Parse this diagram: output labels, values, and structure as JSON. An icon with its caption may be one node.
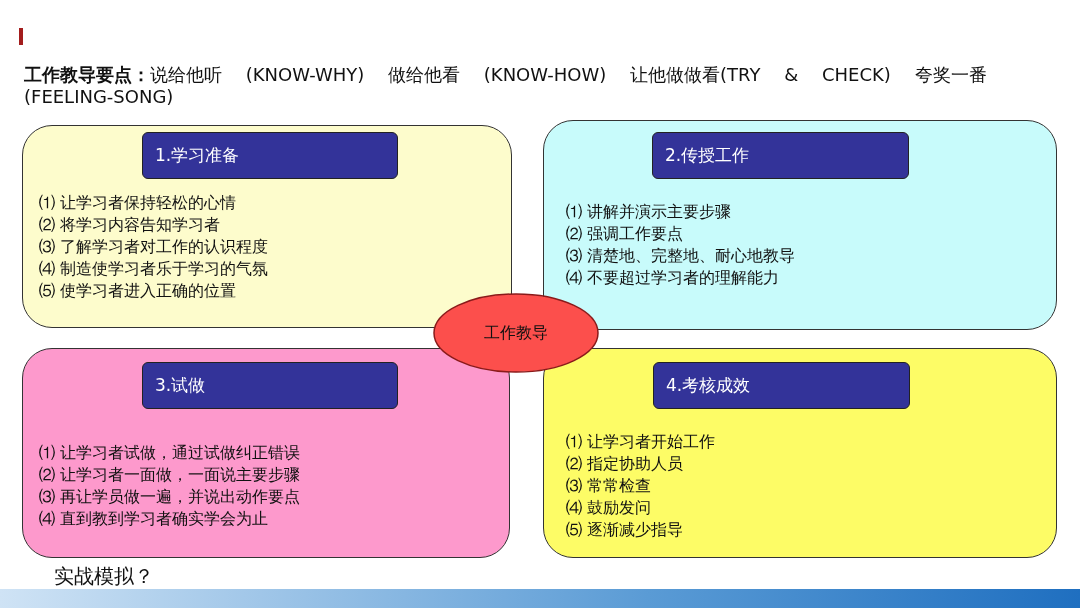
{
  "diagram": {
    "title": "**工作教导要点：**说给他听 (KNOW-WHY) 做给他看 (KNOW-HOW) 让他做做看(TRY & CHECK) 夸奖一番(FEELING-SONG)",
    "nodes": [
      {
        "text": [
          "⑴ 让学习者保持轻松的心情",
          "⑵ 将学习内容告知学习者",
          "⑶ 了解学习者对工作的认识程度",
          "⑷ 制造使学习者乐于学习的气氛",
          "⑸ 使学习者进入正确的位置"
        ]
      },
      {
        "text": [
          "1.学习准备"
        ],
        "in": 0
      },
      {
        "text": [
          "⑴ 讲解并演示主要步骤",
          "⑵ 强调工作要点",
          "⑶ 清楚地、完整地、耐心地教导",
          "⑷ 不要超过学习者的理解能力"
        ]
      },
      {
        "text": [
          "2.传授工作"
        ],
        "in": 2
      },
      {
        "text": [
          "⑴ 让学习者试做，通过试做纠正错误",
          "⑵ 让学习者一面做，一面说主要步骤",
          "⑶ 再让学员做一遍，并说出动作要点",
          "⑷ 直到教到学习者确实学会为止"
        ]
      },
      {
        "text": [
          "3.试做"
        ],
        "in": 4
      },
      {
        "text": [
          "⑴ 让学习者开始工作",
          "⑵ 指定协助人员",
          "⑶ 常常检查",
          "⑷ 鼓励发问",
          "⑸ 逐渐减少指导"
        ]
      },
      {
        "text": [
          "4.考核成效"
        ],
        "in": 6
      },
      {
        "text": [
          "工作教导"
        ]
      }
    ],
    "labels": [
      "实战模拟？"
    ]
  }
}
